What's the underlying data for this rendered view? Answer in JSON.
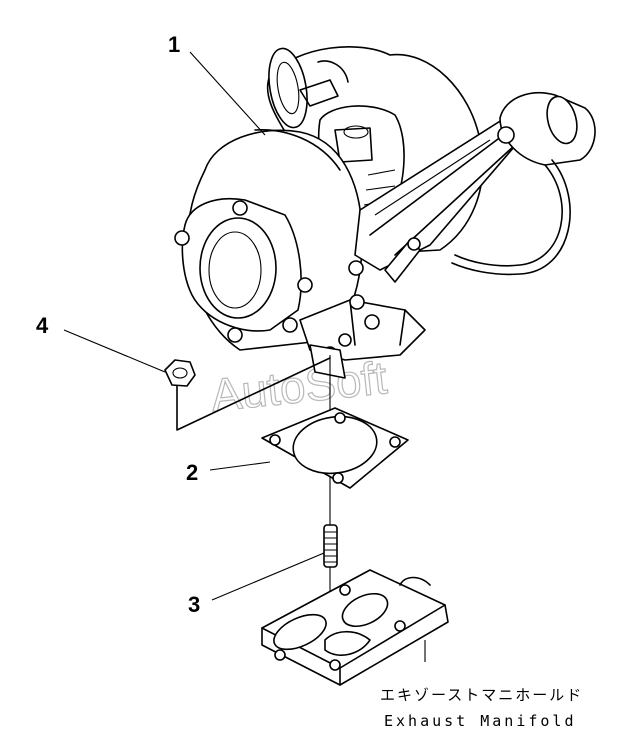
{
  "callouts": {
    "c1": "1",
    "c2": "2",
    "c3": "3",
    "c4": "4"
  },
  "caption": {
    "japanese": "エキゾーストマニホールド",
    "english": "Exhaust Manifold"
  },
  "watermark": "AutoSoft"
}
